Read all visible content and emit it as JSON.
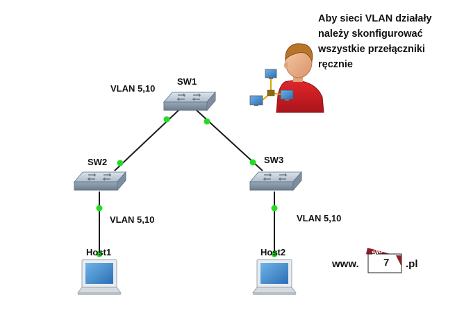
{
  "nodes": {
    "sw1": {
      "label": "SW1",
      "vlan": "VLAN 5,10"
    },
    "sw2": {
      "label": "SW2",
      "vlan": "VLAN 5,10"
    },
    "sw3": {
      "label": "SW3",
      "vlan": "VLAN 5,10"
    },
    "host1": {
      "label": "Host1"
    },
    "host2": {
      "label": "Host2"
    }
  },
  "note": {
    "lines": [
      "Aby sieci VLAN działały",
      "należy skonfigurować",
      "wszystkie przełączniki",
      "ręcznie"
    ]
  },
  "branding": {
    "prefix": "www.",
    "logo_word": "slow",
    "logo_number": "7",
    "suffix": ".pl"
  },
  "colors": {
    "link": "#1a1a1a",
    "port": "#22dd22",
    "switch_top": "#c3cfda",
    "switch_side": "#8797a8",
    "logo_bg": "#8b1f2a"
  }
}
